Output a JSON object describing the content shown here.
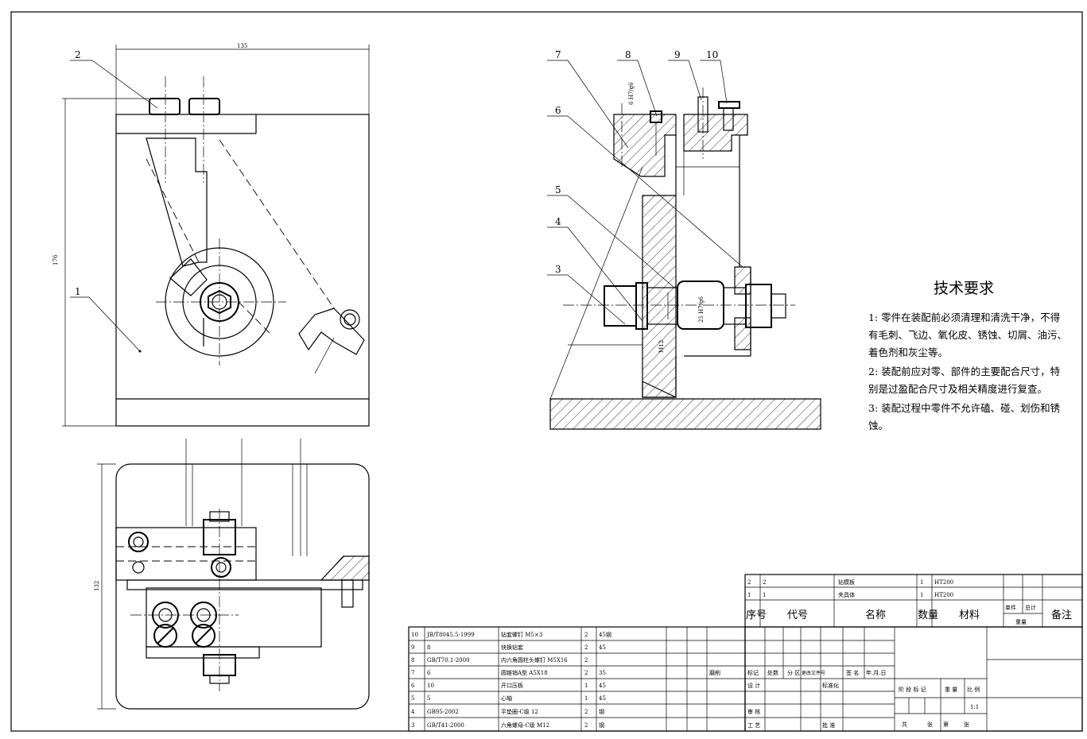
{
  "callouts": {
    "left_1": "1",
    "left_2": "2",
    "right_3": "3",
    "right_4": "4",
    "right_5": "5",
    "right_6": "6",
    "right_7": "7",
    "right_8": "8",
    "right_9": "9",
    "right_10": "10"
  },
  "dimensions": {
    "width_top": "135",
    "height_left": "176",
    "height_bottom_view": "132",
    "bore_dia": "25 H7/g6",
    "pin_dia": "M12",
    "drill_dia": "6 H7/g6"
  },
  "technical_requirements": {
    "title": "技术要求",
    "lines": [
      "1: 零件在装配前必须清理和清洗干净，不得",
      "有毛刺、飞边、氧化皮、锈蚀、切屑、油污、",
      "着色剂和灰尘等。",
      "2: 装配前应对零、部件的主要配合尺寸，特",
      "别是过盈配合尺寸及相关精度进行复查。",
      "3: 装配过程中零件不允许磕、碰、划伤和锈",
      "蚀。"
    ]
  },
  "parts_upper": [
    {
      "no": "2",
      "code": "2",
      "name": "钻模板",
      "qty": "1",
      "material": "HT200"
    },
    {
      "no": "1",
      "code": "1",
      "name": "夹具体",
      "qty": "1",
      "material": "HT200"
    }
  ],
  "parts_header": {
    "no": "序号",
    "code": "代号",
    "name": "名称",
    "qty": "数量",
    "material": "材料",
    "unit": "单件",
    "total": "总计",
    "weight": "重量",
    "remark": "备注"
  },
  "parts_lower": [
    {
      "no": "10",
      "code": "JB/T8045.5-1999",
      "name": "钻套螺钉 M5×3",
      "qty": "2",
      "material": "45钢"
    },
    {
      "no": "9",
      "code": "8",
      "name": "快换钻套",
      "qty": "2",
      "material": "45"
    },
    {
      "no": "8",
      "code": "GB/T70.1-2000",
      "name": "内六角圆柱头螺钉 M5X16",
      "qty": "2",
      "material": ""
    },
    {
      "no": "7",
      "code": "6",
      "name": "圆锥销A型 A5X18",
      "qty": "2",
      "material": "35"
    },
    {
      "no": "6",
      "code": "10",
      "name": "开口压板",
      "qty": "1",
      "material": "45"
    },
    {
      "no": "5",
      "code": "5",
      "name": "心轴",
      "qty": "1",
      "material": "45"
    },
    {
      "no": "4",
      "code": "GB95-2002",
      "name": "平垫圈-C级 12",
      "qty": "2",
      "material": "钢"
    },
    {
      "no": "3",
      "code": "GB/T41-2000",
      "name": "六角螺母-C级 M12",
      "qty": "2",
      "material": "钢"
    }
  ],
  "title_block": {
    "mopi": "磨削",
    "row_labels": [
      "标记",
      "处数",
      "分 区",
      "更改文件号",
      "签 名",
      "年.月.日"
    ],
    "design": "设 计",
    "standard": "标准化",
    "review": "审 核",
    "process": "工 艺",
    "approve": "批 准",
    "stage": "阶 段 标 记",
    "weight": "重 量",
    "scale": "比 例",
    "scale_val": "1:1",
    "total_sheets": "共",
    "sheet_unit": "张",
    "sheet_no": "第",
    "sheet_unit2": "张"
  },
  "colors": {
    "line": "#000000",
    "paper": "#ffffff"
  }
}
